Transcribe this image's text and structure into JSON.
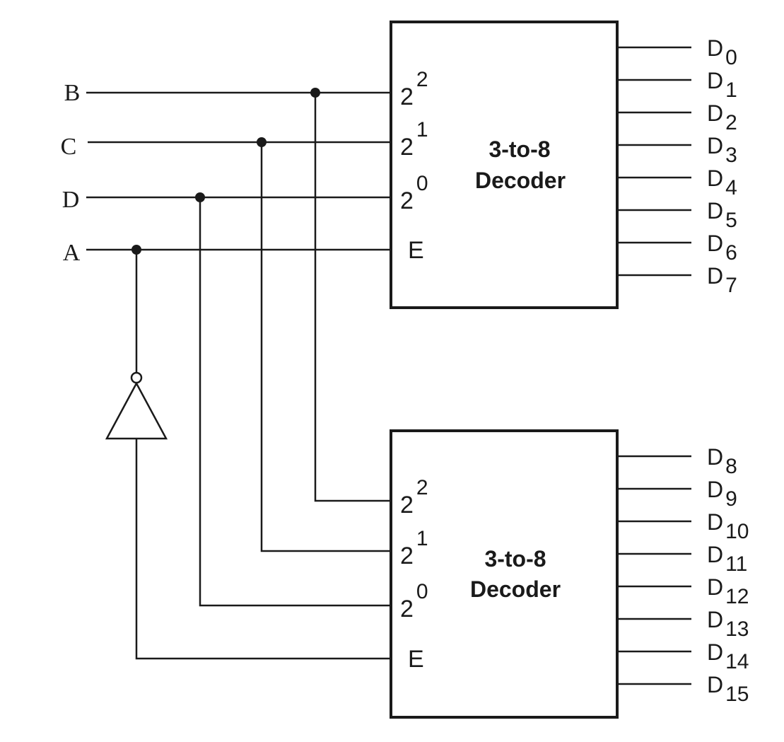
{
  "inputs": {
    "b": "B",
    "c": "C",
    "d": "D",
    "a": "A"
  },
  "decoder_top": {
    "title_line1": "3-to-8",
    "title_line2": "Decoder",
    "pins": {
      "in2_base": "2",
      "in2_exp": "2",
      "in1_base": "2",
      "in1_exp": "1",
      "in0_base": "2",
      "in0_exp": "0",
      "enable": "E"
    },
    "outputs": [
      {
        "letter": "D",
        "sub": "0"
      },
      {
        "letter": "D",
        "sub": "1"
      },
      {
        "letter": "D",
        "sub": "2"
      },
      {
        "letter": "D",
        "sub": "3"
      },
      {
        "letter": "D",
        "sub": "4"
      },
      {
        "letter": "D",
        "sub": "5"
      },
      {
        "letter": "D",
        "sub": "6"
      },
      {
        "letter": "D",
        "sub": "7"
      }
    ]
  },
  "decoder_bottom": {
    "title_line1": "3-to-8",
    "title_line2": "Decoder",
    "pins": {
      "in2_base": "2",
      "in2_exp": "2",
      "in1_base": "2",
      "in1_exp": "1",
      "in0_base": "2",
      "in0_exp": "0",
      "enable": "E"
    },
    "outputs": [
      {
        "letter": "D",
        "sub": "8"
      },
      {
        "letter": "D",
        "sub": "9"
      },
      {
        "letter": "D",
        "sub": "10"
      },
      {
        "letter": "D",
        "sub": "11"
      },
      {
        "letter": "D",
        "sub": "12"
      },
      {
        "letter": "D",
        "sub": "13"
      },
      {
        "letter": "D",
        "sub": "14"
      },
      {
        "letter": "D",
        "sub": "15"
      }
    ]
  }
}
